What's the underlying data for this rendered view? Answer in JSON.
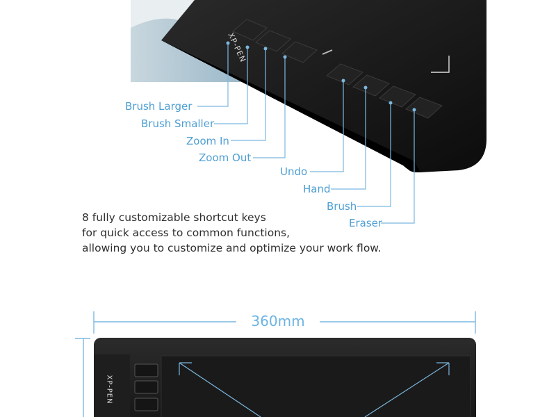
{
  "callouts": [
    "Brush Larger",
    "Brush Smaller",
    "Zoom In",
    "Zoom Out",
    "Undo",
    "Hand",
    "Brush",
    "Eraser"
  ],
  "description": [
    "8 fully customizable shortcut keys",
    "for quick access to common functions,",
    "allowing you to customize and optimize your work flow."
  ],
  "dimension": {
    "width_label": "360mm"
  },
  "brand": {
    "logo_text": "XP-PEN"
  },
  "colors": {
    "accent": "#4f9fd3",
    "tablet": "#1a1a1a",
    "text": "#2f2f2f"
  }
}
